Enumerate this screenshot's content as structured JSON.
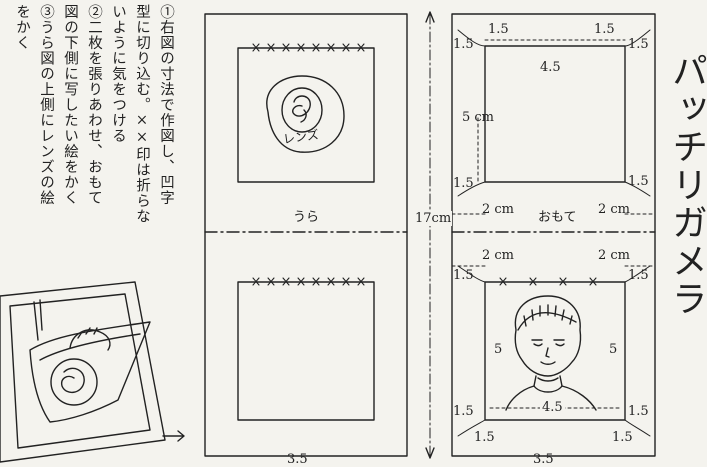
{
  "instructions": [
    "①右図の寸法で作図し、凹字",
    "型に切り込む。××印は折らな",
    "いように気をつける",
    "②二枚を張りあわせ、おもて",
    "図の下側に写したい絵をかく",
    "③うら図の上側にレンズの絵",
    "をかく"
  ],
  "title": "パッチリガメラ",
  "lens_label": "レンズ",
  "back_label": "うら",
  "front_label": "おもて",
  "height_label": "17cm",
  "dim": {
    "d15": "1.5",
    "d45": "4.5",
    "d5cm": "5 cm",
    "d5": "5",
    "d2cm": "2 cm",
    "bottom_partial": "3.5"
  }
}
